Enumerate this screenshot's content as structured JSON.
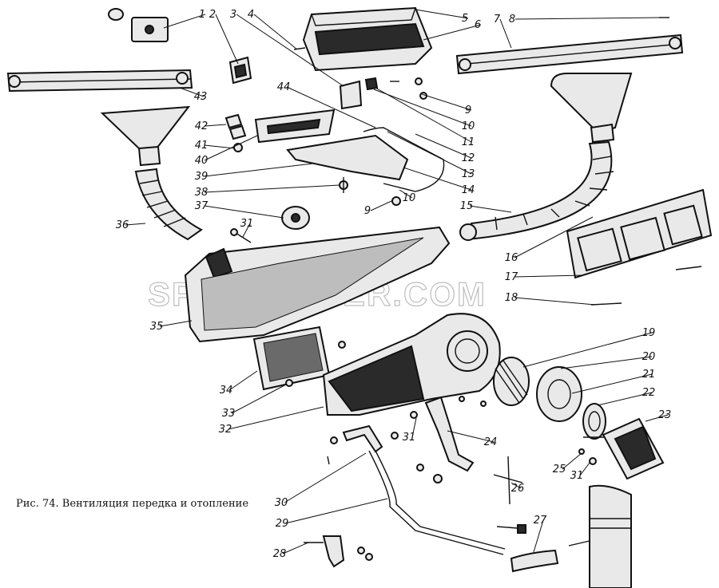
{
  "caption": "Рис. 74. Вентиляция передка и отопление",
  "watermark": "SPECSERVER.COM",
  "callouts": [
    {
      "label": "1"
    },
    {
      "label": "2"
    },
    {
      "label": "3"
    },
    {
      "label": "4"
    },
    {
      "label": "5"
    },
    {
      "label": "6"
    },
    {
      "label": "7"
    },
    {
      "label": "8"
    },
    {
      "label": "9"
    },
    {
      "label": "10"
    },
    {
      "label": "11"
    },
    {
      "label": "12"
    },
    {
      "label": "13"
    },
    {
      "label": "14"
    },
    {
      "label": "15"
    },
    {
      "label": "16"
    },
    {
      "label": "17"
    },
    {
      "label": "18"
    },
    {
      "label": "19"
    },
    {
      "label": "20"
    },
    {
      "label": "21"
    },
    {
      "label": "22"
    },
    {
      "label": "23"
    },
    {
      "label": "24"
    },
    {
      "label": "25"
    },
    {
      "label": "26"
    },
    {
      "label": "27"
    },
    {
      "label": "28"
    },
    {
      "label": "29"
    },
    {
      "label": "30"
    },
    {
      "label": "31"
    },
    {
      "label": "31"
    },
    {
      "label": "31"
    },
    {
      "label": "32"
    },
    {
      "label": "33"
    },
    {
      "label": "34"
    },
    {
      "label": "35"
    },
    {
      "label": "36"
    },
    {
      "label": "37"
    },
    {
      "label": "38"
    },
    {
      "label": "39"
    },
    {
      "label": "40"
    },
    {
      "label": "41"
    },
    {
      "label": "42"
    },
    {
      "label": "43"
    },
    {
      "label": "44"
    },
    {
      "label": "9"
    },
    {
      "label": "10"
    }
  ]
}
